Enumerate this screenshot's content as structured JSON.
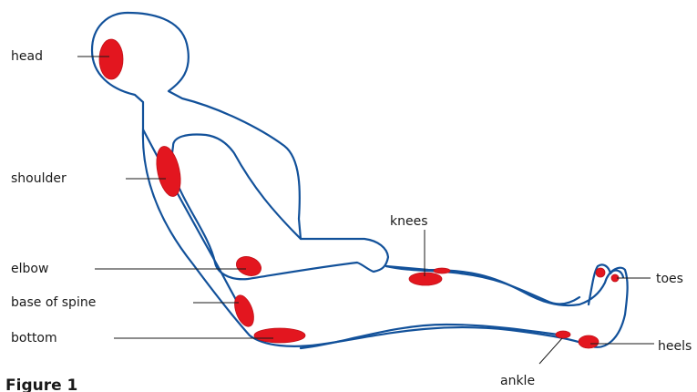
{
  "labels": {
    "head": "head",
    "shoulder": "shoulder",
    "elbow": "elbow",
    "base_of_spine": "base of spine",
    "bottom": "bottom",
    "knees": "knees",
    "toes": "toes",
    "heels": "heels",
    "ankle": "ankle"
  },
  "caption": "Figure 1",
  "colors": {
    "outline": "#12519a",
    "pressure_area": "#e3161f",
    "text": "#1a1a1a"
  }
}
